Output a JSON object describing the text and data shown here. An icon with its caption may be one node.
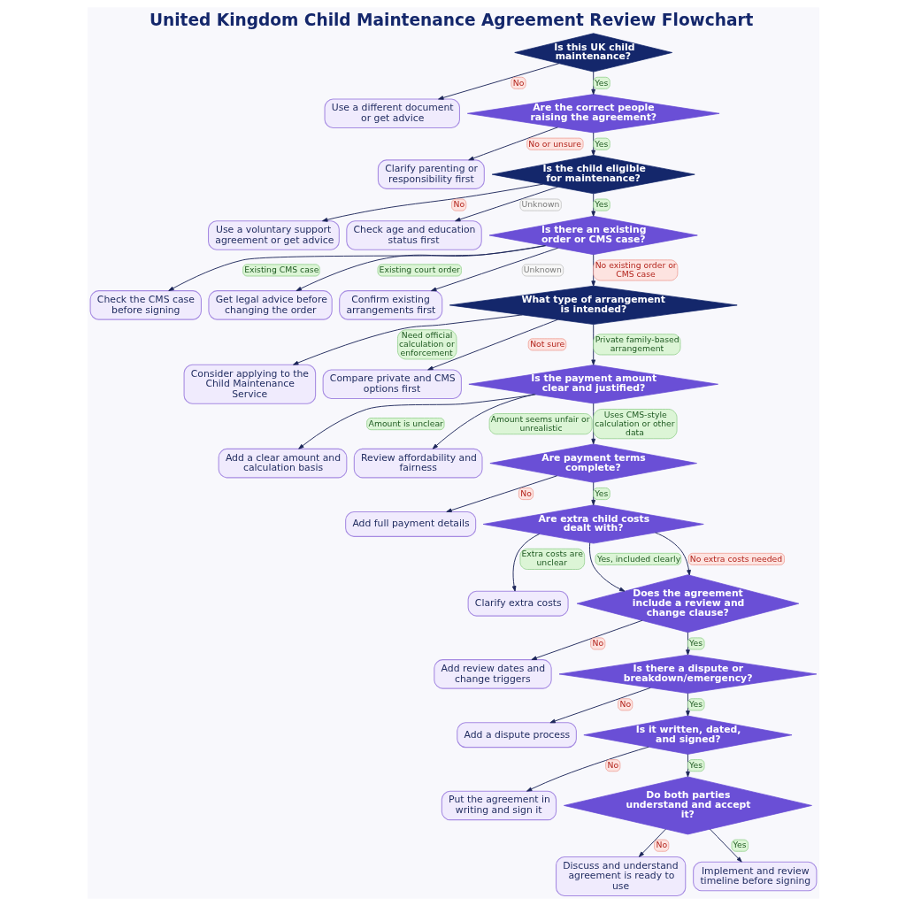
{
  "diagram": {
    "title": "United Kingdom Child Maintenance Agreement Review Flowchart",
    "nodes": [
      {
        "text": [
          "Is this UK child maintenance?"
        ]
      },
      {
        "text": [
          "Use a different document or get advice"
        ]
      },
      {
        "text": [
          "Are the correct people raising the agreement?"
        ]
      },
      {
        "text": [
          "Clarify parenting or responsibility first"
        ]
      },
      {
        "text": [
          "Is the child eligible for maintenance?"
        ]
      },
      {
        "text": [
          "Use a voluntary support agreement or get advice"
        ]
      },
      {
        "text": [
          "Check age and education status first"
        ]
      },
      {
        "text": [
          "Is there an existing order or CMS case?"
        ]
      },
      {
        "text": [
          "Check the CMS case before signing"
        ]
      },
      {
        "text": [
          "Get legal advice before changing the order"
        ]
      },
      {
        "text": [
          "Confirm existing arrangements first"
        ]
      },
      {
        "text": [
          "What type of arrangement is intended?"
        ]
      },
      {
        "text": [
          "Consider applying to the Child Maintenance Service"
        ]
      },
      {
        "text": [
          "Compare private and CMS options first"
        ]
      },
      {
        "text": [
          "Is the payment amount clear and justified?"
        ]
      },
      {
        "text": [
          "Add a clear amount and calculation basis"
        ]
      },
      {
        "text": [
          "Review affordability and fairness"
        ]
      },
      {
        "text": [
          "Are payment terms complete?"
        ]
      },
      {
        "text": [
          "Add full payment details"
        ]
      },
      {
        "text": [
          "Are extra child costs dealt with?"
        ]
      },
      {
        "text": [
          "Clarify extra costs"
        ]
      },
      {
        "text": [
          "Does the agreement include a review and change clause?"
        ]
      },
      {
        "text": [
          "Add review dates and change triggers"
        ]
      },
      {
        "text": [
          "Is there a dispute or breakdown/emergency?"
        ]
      },
      {
        "text": [
          "Add a dispute process"
        ]
      },
      {
        "text": [
          "Is it written, dated, and signed?"
        ]
      },
      {
        "text": [
          "Put the agreement in writing and sign it"
        ]
      },
      {
        "text": [
          "Do both parties understand and accept it?"
        ]
      },
      {
        "text": [
          "Discuss and understand agreement is ready to use"
        ]
      },
      {
        "text": [
          "Implement and review timeline before signing"
        ]
      }
    ],
    "edges": [
      {
        "from": 0,
        "to": 1,
        "arrow": "to",
        "label": "No"
      },
      {
        "from": 0,
        "to": 2,
        "arrow": "to",
        "label": "Yes"
      },
      {
        "from": 2,
        "to": 3,
        "arrow": "to",
        "label": "No or unsure"
      },
      {
        "from": 2,
        "to": 4,
        "arrow": "to",
        "label": "Yes"
      },
      {
        "from": 4,
        "to": 5,
        "arrow": "to",
        "label": "No"
      },
      {
        "from": 4,
        "to": 6,
        "arrow": "to",
        "label": "Unknown"
      },
      {
        "from": 4,
        "to": 7,
        "arrow": "to",
        "label": "Yes"
      },
      {
        "from": 7,
        "to": 8,
        "arrow": "to",
        "label": "Existing CMS case"
      },
      {
        "from": 7,
        "to": 9,
        "arrow": "to",
        "label": "Existing court order"
      },
      {
        "from": 7,
        "to": 10,
        "arrow": "to",
        "label": "Unknown"
      },
      {
        "from": 7,
        "to": 11,
        "arrow": "to",
        "label": "No existing order or CMS case"
      },
      {
        "from": 11,
        "to": 12,
        "arrow": "to",
        "label": "Need official calculation or enforcement"
      },
      {
        "from": 11,
        "to": 13,
        "arrow": "to",
        "label": "Not sure"
      },
      {
        "from": 11,
        "to": 14,
        "arrow": "to",
        "label": "Private family-based arrangement"
      },
      {
        "from": 14,
        "to": 15,
        "arrow": "to",
        "label": "Amount is unclear"
      },
      {
        "from": 14,
        "to": 16,
        "arrow": "to",
        "label": "Amount seems unfair or unrealistic"
      },
      {
        "from": 14,
        "to": 17,
        "arrow": "to",
        "label": "Uses CMS-style calculation or other data"
      },
      {
        "from": 17,
        "to": 18,
        "arrow": "to",
        "label": "No"
      },
      {
        "from": 17,
        "to": 19,
        "arrow": "to",
        "label": "Yes"
      },
      {
        "from": 19,
        "to": 20,
        "arrow": "to",
        "label": "Extra costs are unclear"
      },
      {
        "from": 19,
        "to": 21,
        "arrow": "to",
        "label": "Yes, included clearly"
      },
      {
        "from": 19,
        "to": 21,
        "arrow": "to",
        "label": "No extra costs needed"
      },
      {
        "from": 21,
        "to": 22,
        "arrow": "to",
        "label": "No"
      },
      {
        "from": 21,
        "to": 23,
        "arrow": "to",
        "label": "Yes"
      },
      {
        "from": 23,
        "to": 24,
        "arrow": "to",
        "label": "No"
      },
      {
        "from": 23,
        "to": 25,
        "arrow": "to",
        "label": "Yes"
      },
      {
        "from": 25,
        "to": 26,
        "arrow": "to",
        "label": "No"
      },
      {
        "from": 25,
        "to": 27,
        "arrow": "to",
        "label": "Yes"
      },
      {
        "from": 27,
        "to": 28,
        "arrow": "to",
        "label": "No"
      },
      {
        "from": 27,
        "to": 29,
        "arrow": "to",
        "label": "Yes"
      }
    ]
  }
}
